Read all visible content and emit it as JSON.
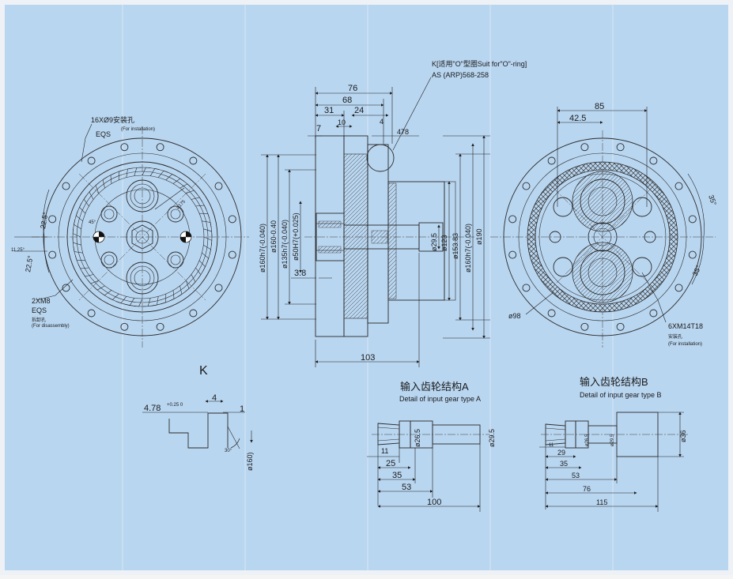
{
  "colors": {
    "sheet": "#b9d6f0",
    "grid": "#d6e7f6",
    "line": "#2a2a2a",
    "hatch": "#3a3a3a"
  },
  "front_left": {
    "mount_holes_label": "16XØ9安装孔",
    "mount_holes_en": "(For installation)",
    "mount_eqs": "EQS",
    "angle_a": "22.5°",
    "angle_b": "11.25°",
    "angle_c": "22.5°",
    "angle_45": "45°",
    "dia_175": "ø175",
    "disassembly_label": "2XM8",
    "disassembly_eqs": "EQS",
    "disassembly_cn": "拆卸孔",
    "disassembly_en": "(For disassembly)"
  },
  "side_view": {
    "oring_note_1": "K[适用\"O\"型圈Suit for\"O\"-ring]",
    "oring_note_2": "AS (ARP)568-258",
    "d76": "76",
    "d68": "68",
    "d31": "31",
    "d24": "24",
    "d10": "10",
    "d7": "7",
    "d4": "4",
    "d478": "478",
    "d38": "3.8",
    "d103": "103",
    "dia_160_left": "ø160h7(-0.040)",
    "dia_160_b": "ø160-0.40",
    "dia_135": "ø135h7(-0.040)",
    "dia_50": "ø50H7(+0.025)",
    "dia_29_5": "ø29.5",
    "dia_123": "ø123",
    "dia_153_83": "ø153.83",
    "dia_160_right": "ø160h7(-0.040)",
    "dia_190": "ø190"
  },
  "front_right": {
    "d85": "85",
    "d42_5": "42.5",
    "angle_35a": "35°",
    "angle_35b": "35°",
    "dia_98": "ø98",
    "mount_label": "6XM14T18",
    "mount_cn": "安装孔",
    "mount_en": "(For installation)"
  },
  "detail_k": {
    "title": "K",
    "d478": "4.78",
    "tol": "+0.25 0",
    "d4": "4",
    "d1": "1",
    "angle": "30°",
    "dia": "ø160)"
  },
  "gear_a": {
    "title_cn": "输入齿轮结构A",
    "title_en": "Detail of input gear type A",
    "dia_26_5": "ø26.5",
    "dia_29_5": "ø29.5",
    "d11": "11",
    "d25": "25",
    "d35": "35",
    "d53": "53",
    "d100": "100"
  },
  "gear_b": {
    "title_cn": "输入齿轮结构B",
    "title_en": "Detail of input gear type B",
    "dia_26_5": "ø26.5",
    "dia_29_5": "ø29.5",
    "dia_36": "ø36",
    "d11": "11",
    "d29": "29",
    "d35": "35",
    "d53": "53",
    "d76": "76",
    "d115": "115"
  }
}
